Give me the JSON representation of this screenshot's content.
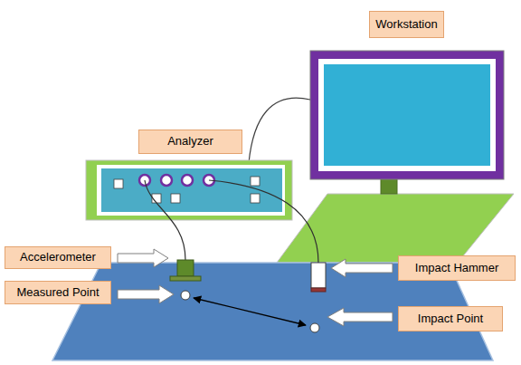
{
  "diagram": {
    "nodes": [
      {
        "text": [
          "Workstation"
        ]
      },
      {
        "text": [
          "Analyzer"
        ]
      },
      {
        "text": [
          "Accelerometer"
        ]
      },
      {
        "text": [
          "Impact Hammer"
        ]
      },
      {
        "text": [
          "Measured Point"
        ]
      },
      {
        "text": [
          "Impact Point"
        ]
      }
    ]
  }
}
